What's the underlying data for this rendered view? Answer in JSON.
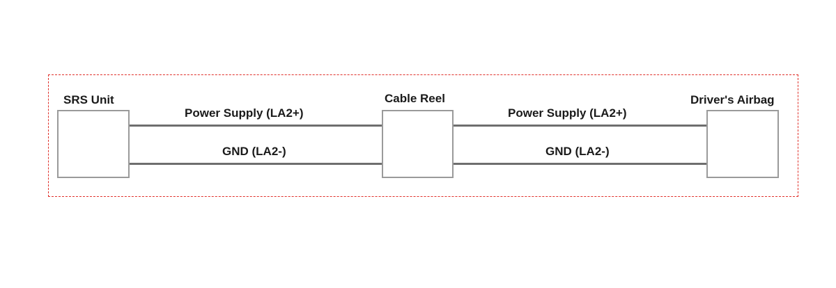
{
  "components": {
    "srs_unit": "SRS Unit",
    "cable_reel": "Cable Reel",
    "drivers_airbag": "Driver's Airbag"
  },
  "wires": {
    "left_power": "Power Supply (LA2+)",
    "left_gnd": "GND (LA2-)",
    "right_power": "Power Supply (LA2+)",
    "right_gnd": "GND (LA2-)"
  },
  "colors": {
    "boundary": "#e0302a",
    "wire": "#6e6e6e",
    "box_border": "#9a9a9a"
  }
}
